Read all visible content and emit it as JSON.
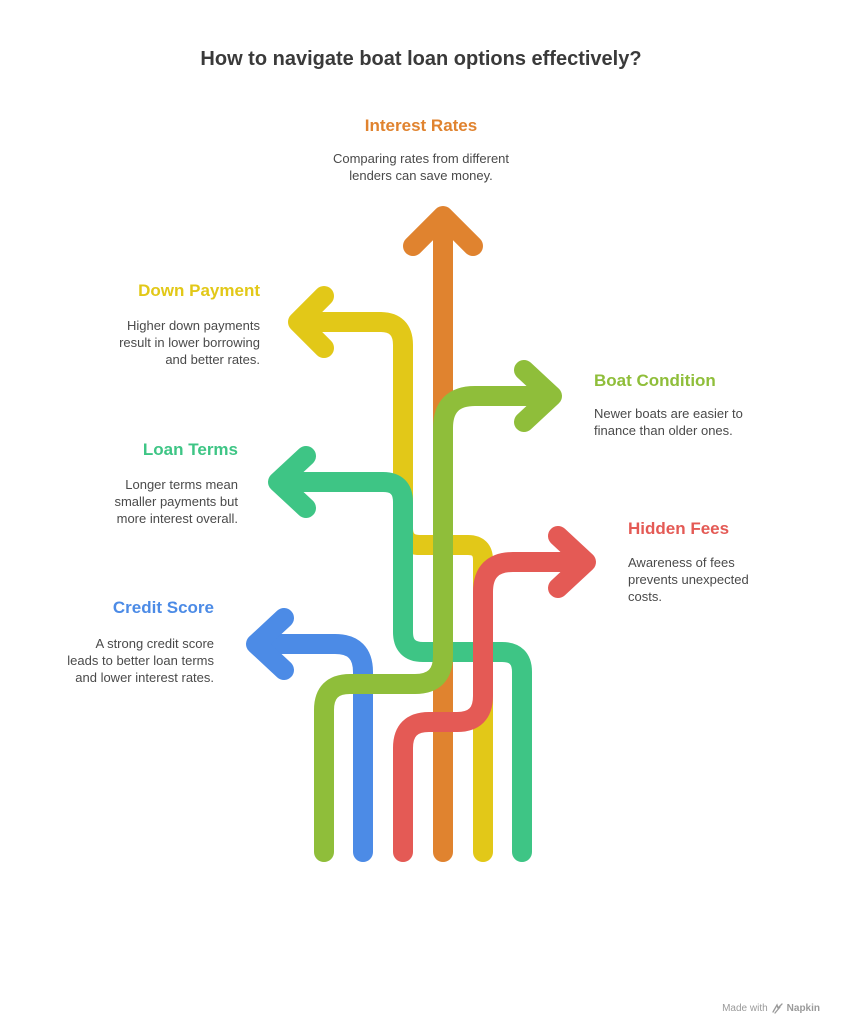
{
  "title": "How to navigate boat loan options effectively?",
  "colors": {
    "interest_rates": "#E0832F",
    "down_payment": "#E2C818",
    "boat_condition": "#8FBE3A",
    "loan_terms": "#3EC585",
    "hidden_fees": "#E45A55",
    "credit_score": "#4C8BE6"
  },
  "options": {
    "interest_rates": {
      "label": "Interest Rates",
      "desc": [
        "Comparing rates from different",
        "lenders can save money."
      ]
    },
    "down_payment": {
      "label": "Down Payment",
      "desc": [
        "Higher down payments",
        "result in lower borrowing",
        "and better rates."
      ]
    },
    "boat_condition": {
      "label": "Boat Condition",
      "desc": [
        "Newer boats are easier to",
        "finance than older ones."
      ]
    },
    "loan_terms": {
      "label": "Loan Terms",
      "desc": [
        "Longer terms mean",
        "smaller payments but",
        "more interest overall."
      ]
    },
    "hidden_fees": {
      "label": "Hidden Fees",
      "desc": [
        "Awareness of fees",
        "prevents unexpected",
        "costs."
      ]
    },
    "credit_score": {
      "label": "Credit Score",
      "desc": [
        "A strong credit score",
        "leads to better loan terms",
        "and lower interest rates."
      ]
    }
  },
  "footer": {
    "prefix": "Made with",
    "brand": "Napkin",
    "icon": "napkin-logo-icon"
  }
}
